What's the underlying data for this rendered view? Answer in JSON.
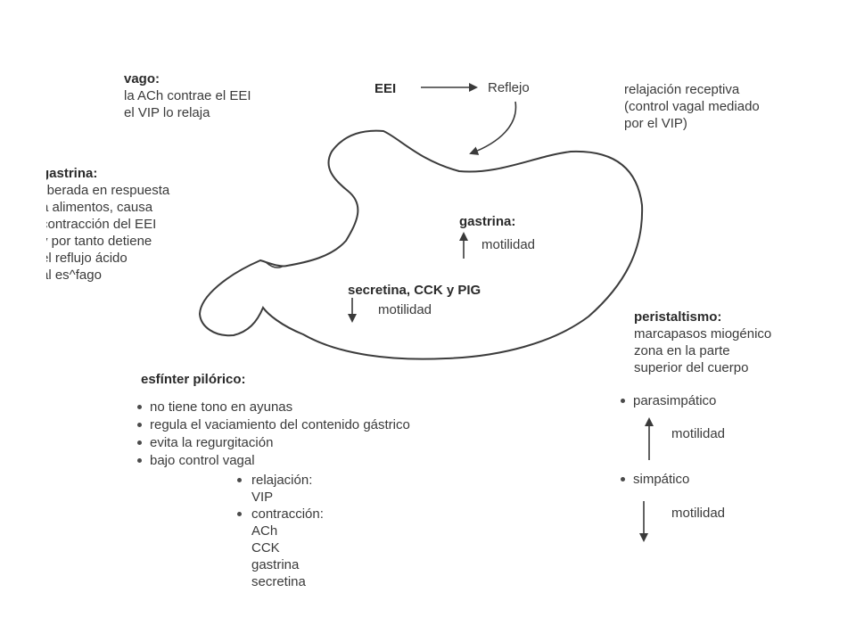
{
  "vago": {
    "title": "vago:",
    "lines": [
      "la ACh contrae el EEI",
      "el VIP lo relaja"
    ]
  },
  "flow": {
    "eei": "EEI",
    "reflejo": "Reflejo"
  },
  "relajacion": {
    "lines": [
      "relajación receptiva",
      "(control vagal mediado",
      "por el VIP)"
    ]
  },
  "gastrina_left": {
    "title": "gastrina:",
    "lines": [
      "liberada en respuesta",
      "a alimentos, causa",
      "contracción del EEI",
      "y por tanto detiene",
      "el reflujo ácido",
      "al es^fago"
    ]
  },
  "gastrina_center": {
    "title": "gastrina:",
    "label": "motilidad"
  },
  "secretina": {
    "title": "secretina, CCK y PIG",
    "label": "motilidad"
  },
  "peristaltismo": {
    "title": "peristaltismo:",
    "lines": [
      "marcapasos miogénico",
      "zona en la parte",
      "superior del cuerpo"
    ]
  },
  "autonomic": {
    "parasimpatico": "parasimpático",
    "para_label": "motilidad",
    "simpatico": "simpático",
    "simp_label": "motilidad"
  },
  "esfinter": {
    "title": "esfínter pilórico:",
    "items": [
      "no tiene tono en ayunas",
      "regula el vaciamiento del contenido gástrico",
      "evita la regurgitación",
      "bajo control vagal"
    ],
    "relajacion_label": "relajación:",
    "relajacion_values": [
      "VIP"
    ],
    "contraccion_label": "contracción:",
    "contraccion_values": [
      "ACh",
      "CCK",
      "gastrina",
      "secretina"
    ]
  }
}
